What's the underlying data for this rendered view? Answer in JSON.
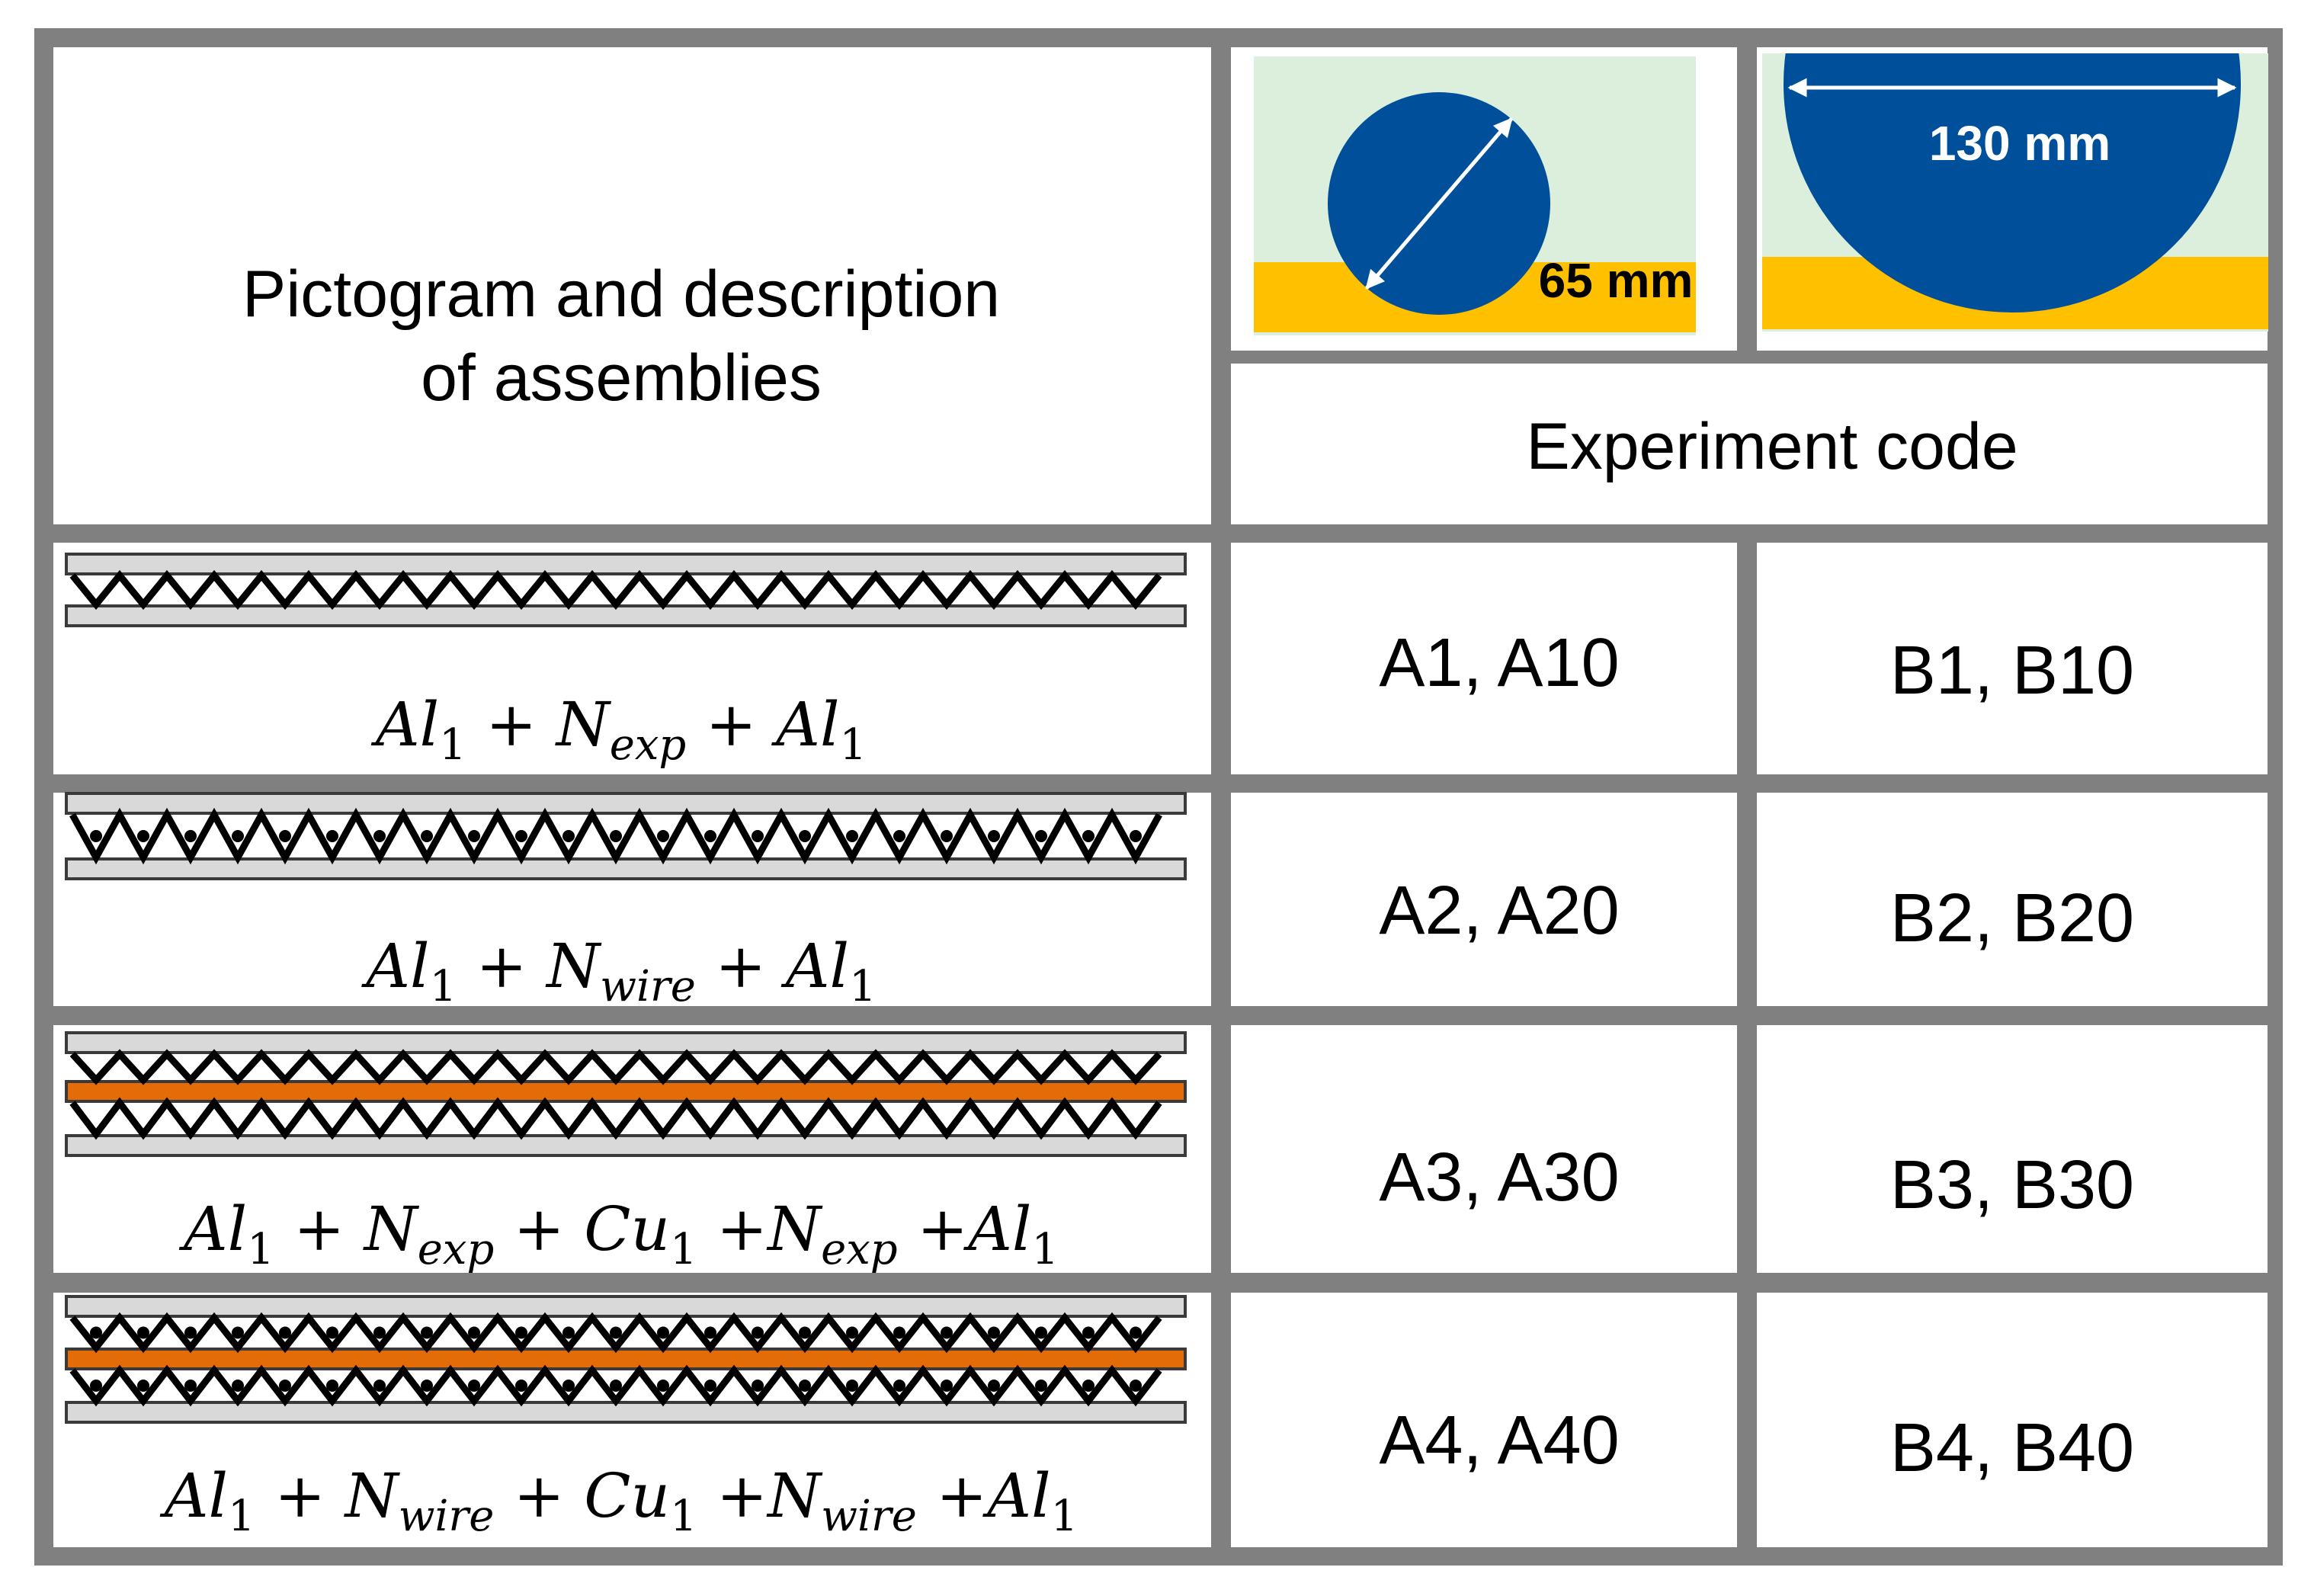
{
  "header": {
    "title_line1": "Pictogram and description",
    "title_line2": "of assemblies",
    "experiment_code": "Experiment code"
  },
  "samples": [
    {
      "size_label": "65 mm"
    },
    {
      "size_label": "130 mm"
    }
  ],
  "colors": {
    "grid": "#808080",
    "background_panel": "#dcefdc",
    "support_bar": "#ffc000",
    "disc": "#004f9a",
    "aluminium_plate": "#d9d9d9",
    "copper_plate": "#e36c09",
    "mesh": "#000000"
  },
  "rows": [
    {
      "formula": [
        {
          "t": "Al"
        },
        {
          "t": "1",
          "sub": true,
          "up": true
        },
        {
          "t": " + N"
        },
        {
          "t": "exp",
          "sub": true
        },
        {
          "t": " + Al"
        },
        {
          "t": "1",
          "sub": true,
          "up": true
        }
      ],
      "code_a": "A1, A10",
      "code_b": "B1, B10",
      "layers": [
        "al",
        "mesh",
        "al"
      ]
    },
    {
      "formula": [
        {
          "t": "Al"
        },
        {
          "t": "1",
          "sub": true,
          "up": true
        },
        {
          "t": " + N"
        },
        {
          "t": "wire",
          "sub": true
        },
        {
          "t": " + Al"
        },
        {
          "t": "1",
          "sub": true,
          "up": true
        }
      ],
      "code_a": "A2, A20",
      "code_b": "B2, B20",
      "layers": [
        "al",
        "wire",
        "al"
      ]
    },
    {
      "formula": [
        {
          "t": "Al"
        },
        {
          "t": "1",
          "sub": true,
          "up": true
        },
        {
          "t": " + N"
        },
        {
          "t": "exp",
          "sub": true
        },
        {
          "t": " + Cu"
        },
        {
          "t": "1",
          "sub": true,
          "up": true
        },
        {
          "t": " +N"
        },
        {
          "t": "exp",
          "sub": true
        },
        {
          "t": " +Al"
        },
        {
          "t": "1",
          "sub": true,
          "up": true
        }
      ],
      "code_a": "A3, A30",
      "code_b": "B3, B30",
      "layers": [
        "al",
        "mesh",
        "cu",
        "mesh",
        "al"
      ]
    },
    {
      "formula": [
        {
          "t": "Al"
        },
        {
          "t": "1",
          "sub": true,
          "up": true
        },
        {
          "t": " + N"
        },
        {
          "t": "wire",
          "sub": true
        },
        {
          "t": " + Cu"
        },
        {
          "t": "1",
          "sub": true,
          "up": true
        },
        {
          "t": " +N"
        },
        {
          "t": "wire",
          "sub": true
        },
        {
          "t": " +Al"
        },
        {
          "t": "1",
          "sub": true,
          "up": true
        }
      ],
      "code_a": "A4, A40",
      "code_b": "B4, B40",
      "layers": [
        "al",
        "wire",
        "cu",
        "wire",
        "al"
      ]
    }
  ]
}
